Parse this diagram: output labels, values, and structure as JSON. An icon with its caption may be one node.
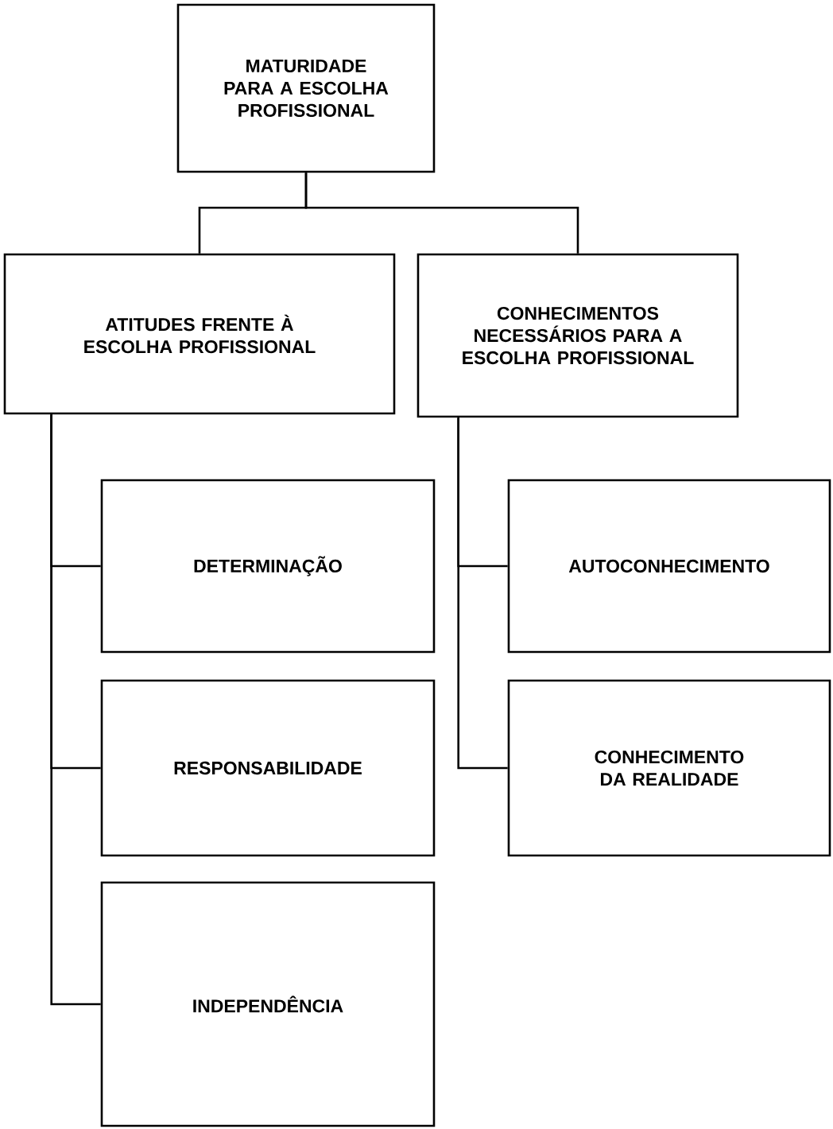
{
  "diagram": {
    "nodes": [
      {
        "text": [
          "MATURIDADE PARA A ESCOLHA PROFISSIONAL"
        ]
      },
      {
        "text": [
          "ATITUDES FRENTE À ESCOLHA PROFISSIONAL"
        ]
      },
      {
        "text": [
          "CONHECIMENTOS NECESSÁRIOS PARA A ESCOLHA PROFISSIONAL"
        ]
      },
      {
        "text": [
          "DETERMINAÇÃO"
        ]
      },
      {
        "text": [
          "RESPONSABILIDADE"
        ]
      },
      {
        "text": [
          "INDEPENDÊNCIA"
        ]
      },
      {
        "text": [
          "AUTOCONHECIMENTO"
        ]
      },
      {
        "text": [
          "CONHECIMENTO DA REALIDADE"
        ]
      }
    ],
    "edges": [
      {
        "from": 0,
        "to": 1,
        "arrow": "none"
      },
      {
        "from": 0,
        "to": 2,
        "arrow": "none"
      },
      {
        "from": 1,
        "to": 3,
        "arrow": "none"
      },
      {
        "from": 1,
        "to": 4,
        "arrow": "none"
      },
      {
        "from": 1,
        "to": 5,
        "arrow": "none"
      },
      {
        "from": 2,
        "to": 6,
        "arrow": "none"
      },
      {
        "from": 2,
        "to": 7,
        "arrow": "none"
      }
    ]
  }
}
